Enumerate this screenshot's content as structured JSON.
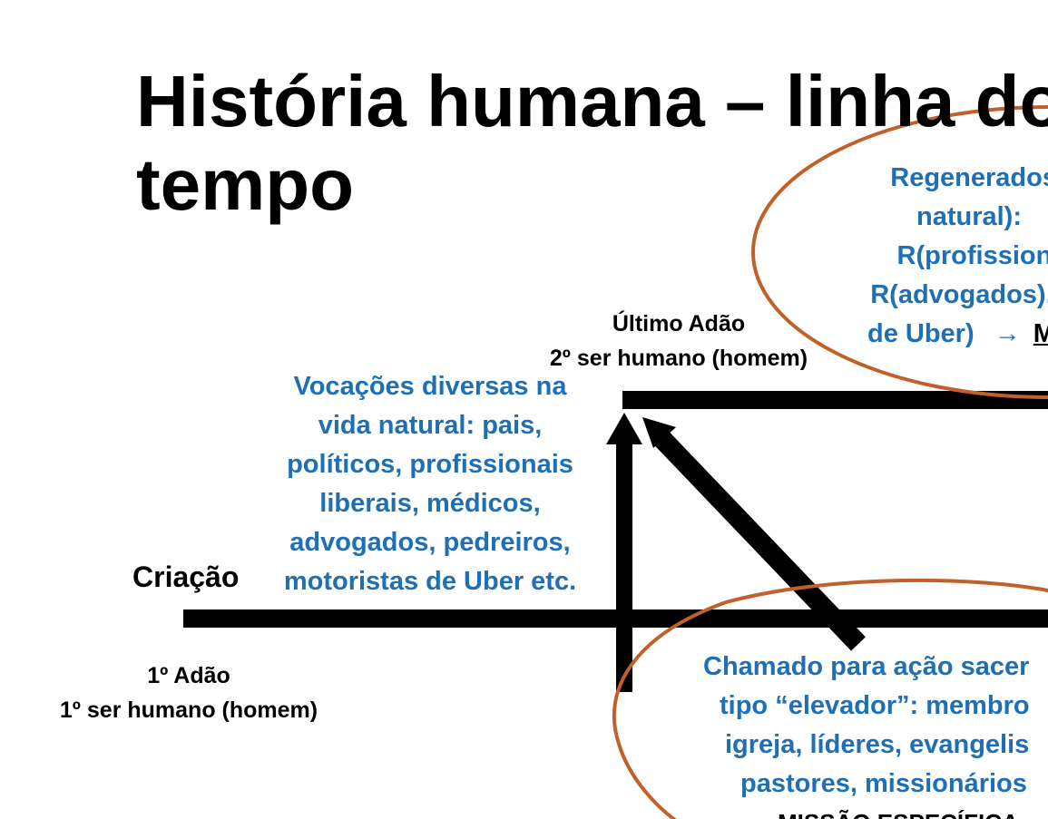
{
  "title": {
    "line1": "História humana – linha do",
    "line2": "tempo"
  },
  "labels": {
    "creation": "Criação",
    "first_adam_1": "1º Adão",
    "first_adam_2": "1º ser humano (homem)",
    "last_adam_1": "Último Adão",
    "last_adam_2": "2º ser humano (homem)"
  },
  "vocations": [
    "Vocações diversas na",
    "vida natural: pais,",
    "políticos, profissionais",
    "liberais, médicos,",
    "advogados, pedreiros,",
    "motoristas de Uber etc."
  ],
  "regenerated": [
    "Regenerados (",
    "natural):",
    "R(profissiona",
    "R(advogados), I",
    "de Uber)"
  ],
  "regenerated_arrow": "→",
  "regenerated_tail": "M",
  "priestly_call": [
    "Chamado para ação sacer",
    "tipo “elevador”: membro",
    "igreja, líderes, evangelis",
    "pastores, missionários",
    "MISSÃO ESPECÍFICA"
  ],
  "colors": {
    "blue_text": "#1f6fb4",
    "ellipse": "#c0602a",
    "lines": "#000000"
  }
}
